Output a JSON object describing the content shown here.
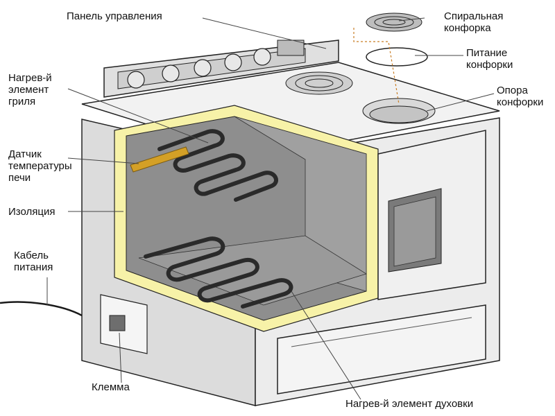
{
  "labels": {
    "control_panel": "Панель управления",
    "spiral_burner": "Спиральная\nконфорка",
    "burner_power": "Питание\nконфорки",
    "burner_support": "Опора\nконфорки",
    "broil_element": "Нагрев-й\nэлемент\nгриля",
    "temp_sensor": "Датчик\nтемпературы\nпечи",
    "insulation": "Изоляция",
    "power_cable": "Кабель\nпитания",
    "terminal": "Клемма",
    "bake_element": "Нагрев-й элемент духовки"
  },
  "colors": {
    "insulation": "#f7f2a8",
    "cavity": "#8e8e8e",
    "body": "#e9e9e9",
    "outline": "#222222",
    "sensor": "#d4a026",
    "leader": "#444444"
  }
}
